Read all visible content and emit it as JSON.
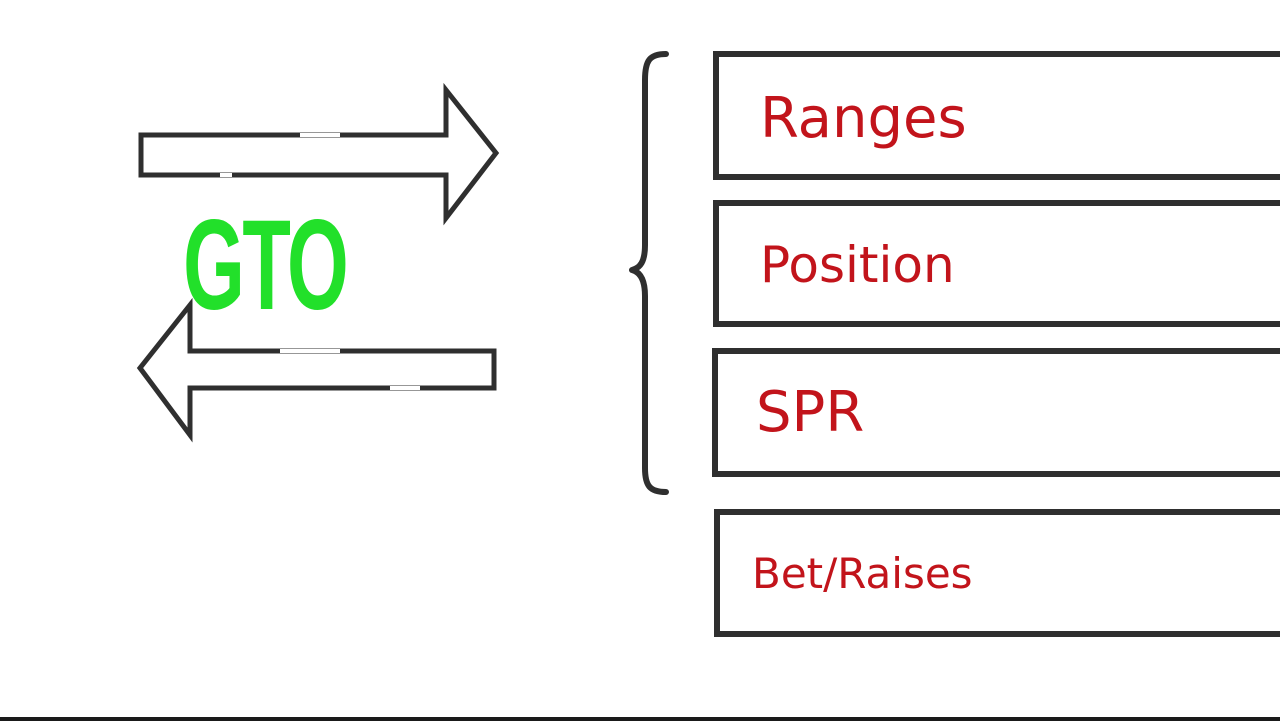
{
  "center": {
    "label": "GTO",
    "label_color": "#22e02a"
  },
  "factors": {
    "items": [
      {
        "id": "ranges",
        "label": "Ranges"
      },
      {
        "id": "position",
        "label": "Position"
      },
      {
        "id": "spr",
        "label": "SPR"
      },
      {
        "id": "bet-raises",
        "label": "Bet/Raises"
      }
    ],
    "text_color": "#c2141b",
    "outline_color": "#2f2f2f"
  }
}
